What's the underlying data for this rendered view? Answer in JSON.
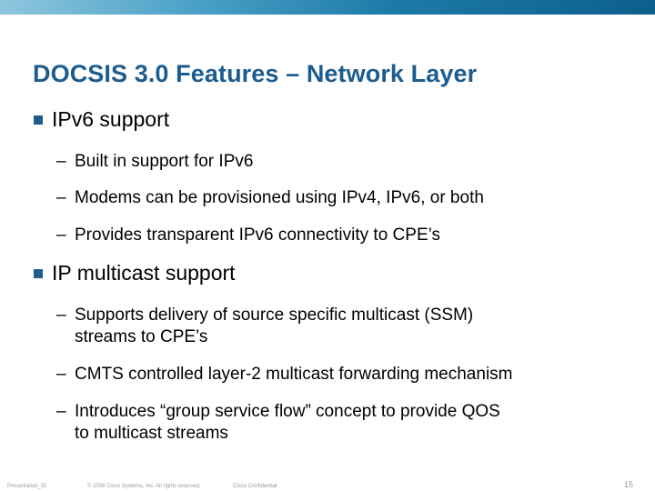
{
  "slide": {
    "title": "DOCSIS 3.0 Features – Network Layer",
    "bullets": [
      {
        "text": "IPv6 support",
        "subs": [
          {
            "line1": "Built in support for IPv6",
            "line2": ""
          },
          {
            "line1": "Modems can be provisioned using IPv4, IPv6, or both",
            "line2": ""
          },
          {
            "line1": "Provides transparent IPv6 connectivity to CPE’s",
            "line2": ""
          }
        ]
      },
      {
        "text": "IP multicast support",
        "subs": [
          {
            "line1": "Supports delivery of source specific multicast (SSM)",
            "line2": "streams to CPE’s"
          },
          {
            "line1": "CMTS controlled layer-2 multicast forwarding mechanism",
            "line2": ""
          },
          {
            "line1": "Introduces “group service flow” concept to provide QOS",
            "line2": "to multicast streams"
          }
        ]
      }
    ],
    "dash": "–"
  },
  "footer": {
    "presentation_id": "Presentation_ID",
    "copyright": "© 2006 Cisco Systems, Inc. All rights reserved.",
    "confidential": "Cisco Confidential",
    "page_number": "15"
  },
  "colors": {
    "title": "#1c5c8e",
    "bullet_square": "#1c5c8e",
    "top_bar": "#0d5f8c"
  }
}
